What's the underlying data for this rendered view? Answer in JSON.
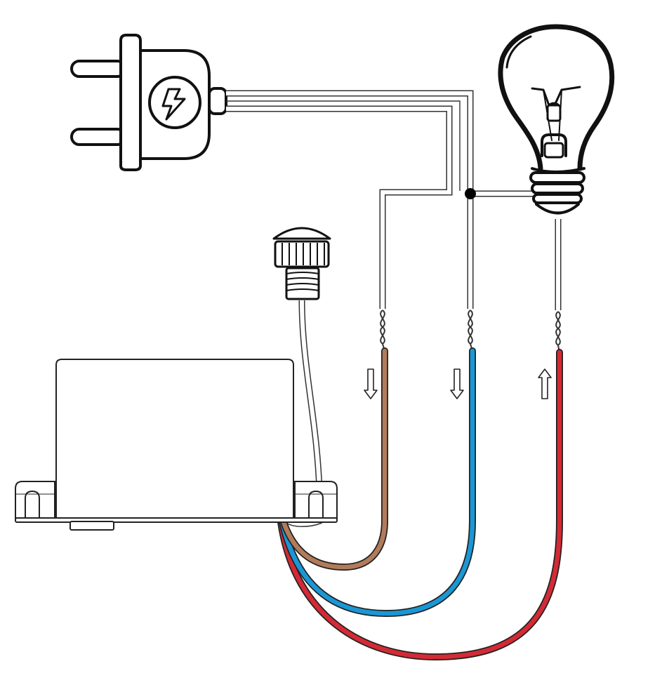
{
  "diagram": {
    "components": [
      {
        "id": "plug",
        "icon": "lightning-icon"
      },
      {
        "id": "light-bulb",
        "icon": "light-bulb-icon"
      },
      {
        "id": "control-box"
      },
      {
        "id": "sensor-probe"
      }
    ],
    "wires": [
      {
        "id": "input-wire",
        "direction": "down",
        "color": "#b27b5a"
      },
      {
        "id": "neutral-wire",
        "direction": "down",
        "color": "#1a97d5"
      },
      {
        "id": "output-wire",
        "direction": "up",
        "color": "#d42a35"
      }
    ],
    "colors": {
      "outline": "#111111",
      "junction": "#000000",
      "box_fill": "#ffffff"
    }
  }
}
